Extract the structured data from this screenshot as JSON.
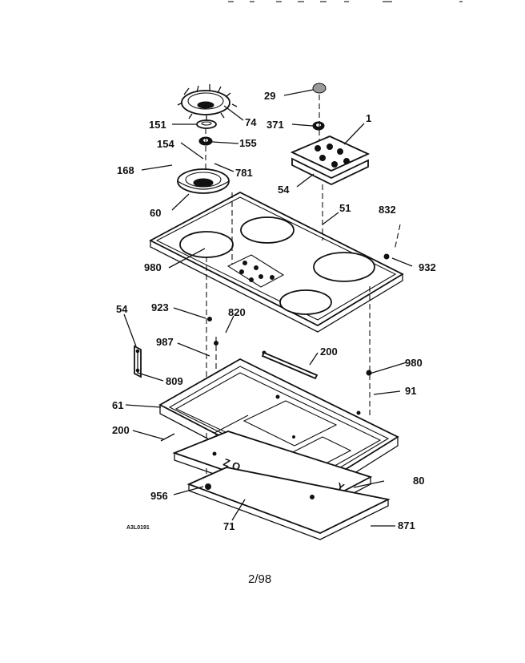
{
  "diagram": {
    "diagram_code": "A3L0191",
    "page_number": "2/98",
    "callouts": [
      "29",
      "74",
      "151",
      "371",
      "1",
      "154",
      "155",
      "168",
      "781",
      "54",
      "60",
      "51",
      "832",
      "980",
      "932",
      "923",
      "820",
      "54",
      "987",
      "200",
      "980",
      "809",
      "91",
      "61",
      "200",
      "80",
      "956",
      "71",
      "871"
    ]
  }
}
